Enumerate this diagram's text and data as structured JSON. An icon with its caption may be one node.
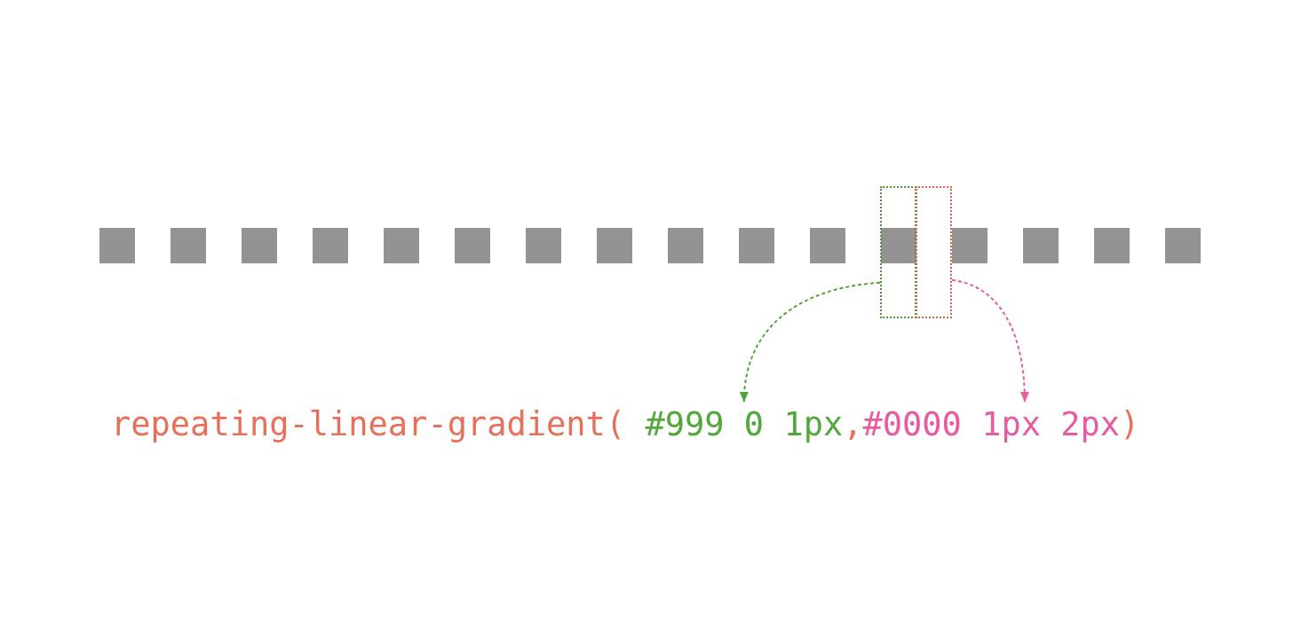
{
  "diagram": {
    "nodes": [
      {
        "text": [],
        "shape": "box"
      },
      {
        "text": [],
        "shape": "box"
      },
      {
        "text": [
          "#999 0 1px"
        ]
      },
      {
        "text": [
          "#0000 1px 2px"
        ]
      }
    ],
    "edges": [
      {
        "from": 0,
        "to": 2,
        "arrow": "to",
        "style": "dashed",
        "color": "#4ea83a"
      },
      {
        "from": 1,
        "to": 3,
        "arrow": "to",
        "style": "dashed",
        "color": "#e85d9f"
      }
    ],
    "labels": [
      "repeating-linear-gradient(",
      ",",
      ")"
    ]
  }
}
